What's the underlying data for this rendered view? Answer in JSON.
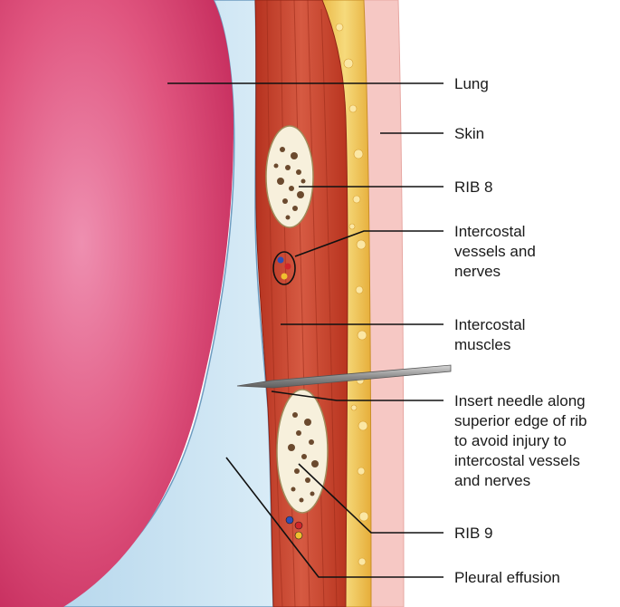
{
  "labels": {
    "lung": "Lung",
    "skin": "Skin",
    "rib8": "RIB 8",
    "vessels": [
      "Intercostal",
      "vessels and",
      "nerves"
    ],
    "muscles": [
      "Intercostal",
      "muscles"
    ],
    "needle": [
      "Insert needle along",
      "superior edge of rib",
      "to avoid injury to",
      "intercostal vessels",
      "and nerves"
    ],
    "rib9": "RIB 9",
    "effusion": "Pleural effusion"
  },
  "colors": {
    "lung": "#d63a6a",
    "pleural_fluid": "#c9e3f2",
    "muscle": "#c8402e",
    "fat": "#f0c85a",
    "skin": "#f6c8c4",
    "bone": "#f7f0dc",
    "needle": "#9a9a9a"
  }
}
